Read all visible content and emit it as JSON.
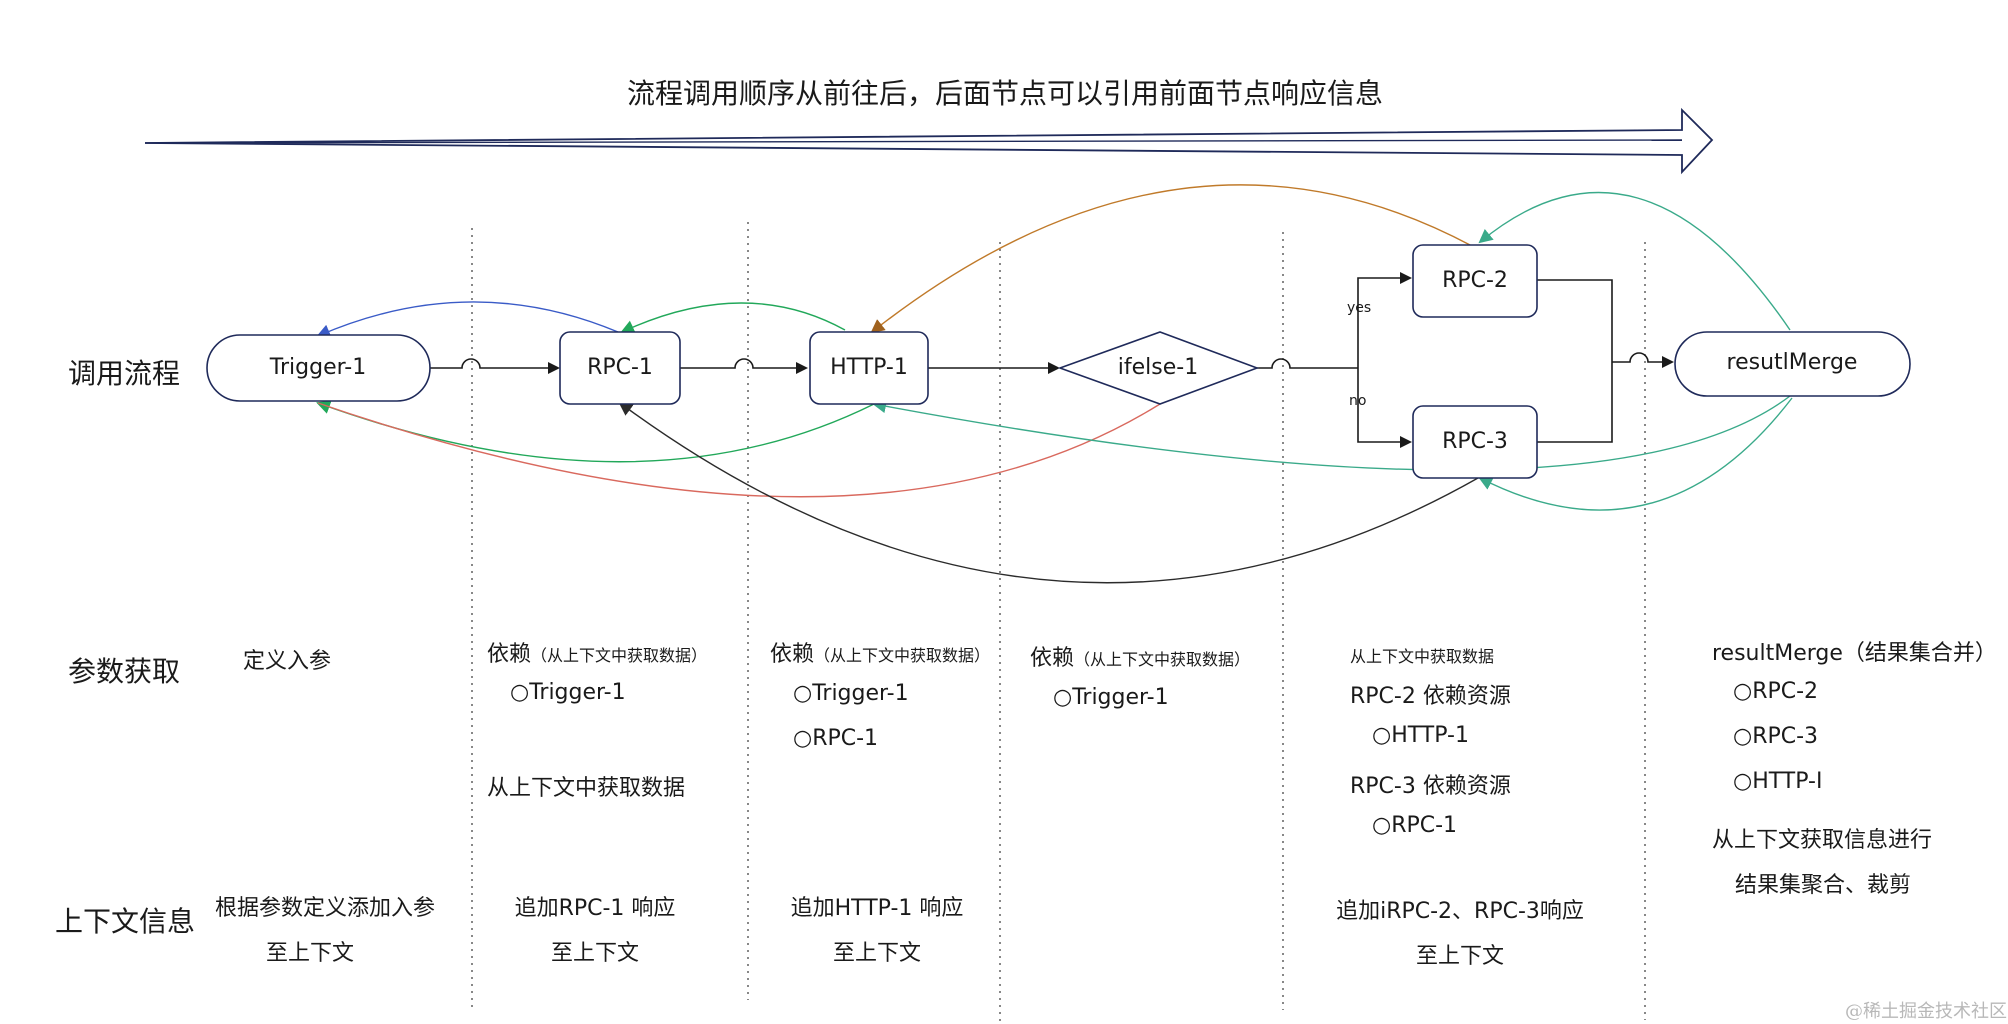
{
  "header": {
    "title": "流程调用顺序从前往后，后面节点可以引用前面节点响应信息"
  },
  "rows": {
    "flow": "调用流程",
    "params": "参数获取",
    "context": "上下文信息"
  },
  "nodes": {
    "trigger": "Trigger-1",
    "rpc1": "RPC-1",
    "http1": "HTTP-1",
    "ifelse": "ifelse-1",
    "rpc2": "RPC-2",
    "rpc3": "RPC-3",
    "merge": "resutlMerge"
  },
  "branch": {
    "yes": "yes",
    "no": "no"
  },
  "params": {
    "trigger": {
      "line1": "定义入参"
    },
    "rpc1": {
      "dep": "依赖",
      "dep_note": "（从上下文中获取数据）",
      "item1": "○Trigger-1",
      "footer": "从上下文中获取数据"
    },
    "http1": {
      "dep": "依赖",
      "dep_note": "（从上下文中获取数据）",
      "item1": "○Trigger-1",
      "item2": "○RPC-1"
    },
    "ifelse": {
      "dep": "依赖",
      "dep_note": "（从上下文中获取数据）",
      "item1": "○Trigger-1"
    },
    "rpcs": {
      "header": "从上下文中获取数据",
      "rpc2_dep": "RPC-2 依赖资源",
      "rpc2_item": "○HTTP-1",
      "rpc3_dep": "RPC-3 依赖资源",
      "rpc3_item": "○RPC-1"
    },
    "merge": {
      "title": "resultMerge（结果集合并）",
      "item1": "○RPC-2",
      "item2": "○RPC-3",
      "item3": "○HTTP-I",
      "footer1": "从上下文获取信息进行",
      "footer2": "结果集聚合、裁剪"
    }
  },
  "context": {
    "trigger": {
      "line1": "根据参数定义添加入参",
      "line2": "至上下文"
    },
    "rpc1": {
      "line1": "追加RPC-1 响应",
      "line2": "至上下文"
    },
    "http1": {
      "line1": "追加HTTP-1 响应",
      "line2": "至上下文"
    },
    "rpcs": {
      "line1": "追加iRPC-2、RPC-3响应",
      "line2": "至上下文"
    }
  },
  "watermark": "@稀土掘金技术社区",
  "colors": {
    "blue_arc": "#3a5bc7",
    "green_arc": "#22a85a",
    "orange_arc": "#c07a2a",
    "red_arc": "#d9695e",
    "teal_arc": "#3aaa8a",
    "dark_arc": "#2b2b2b",
    "top_arrow": "#1f2a5a"
  }
}
